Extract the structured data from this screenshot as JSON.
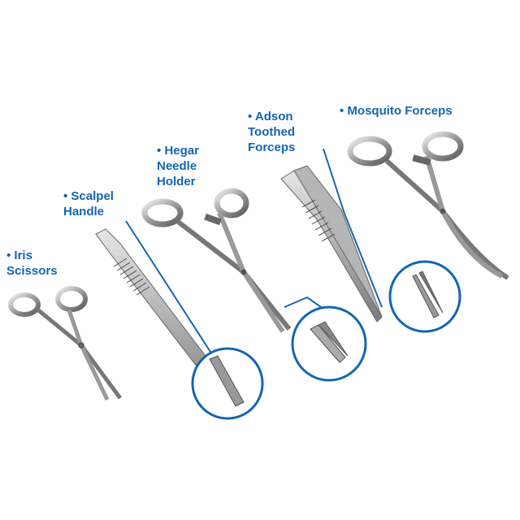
{
  "accent_color": "#1565b0",
  "instruments": [
    {
      "id": "iris-scissors",
      "lines": [
        "• Iris",
        "Scissors"
      ],
      "icon": "scissors-icon"
    },
    {
      "id": "scalpel-handle",
      "lines": [
        "• Scalpel",
        "Handle"
      ],
      "icon": "scalpel-icon"
    },
    {
      "id": "hegar-needle-holder",
      "lines": [
        "• Hegar",
        "Needle",
        "Holder"
      ],
      "icon": "needle-holder-icon"
    },
    {
      "id": "adson-toothed-forceps",
      "lines": [
        "• Adson",
        "Toothed",
        "Forceps"
      ],
      "icon": "forceps-icon"
    },
    {
      "id": "mosquito-forceps",
      "lines": [
        "• Mosquito Forceps"
      ],
      "icon": "hemostat-icon"
    }
  ]
}
